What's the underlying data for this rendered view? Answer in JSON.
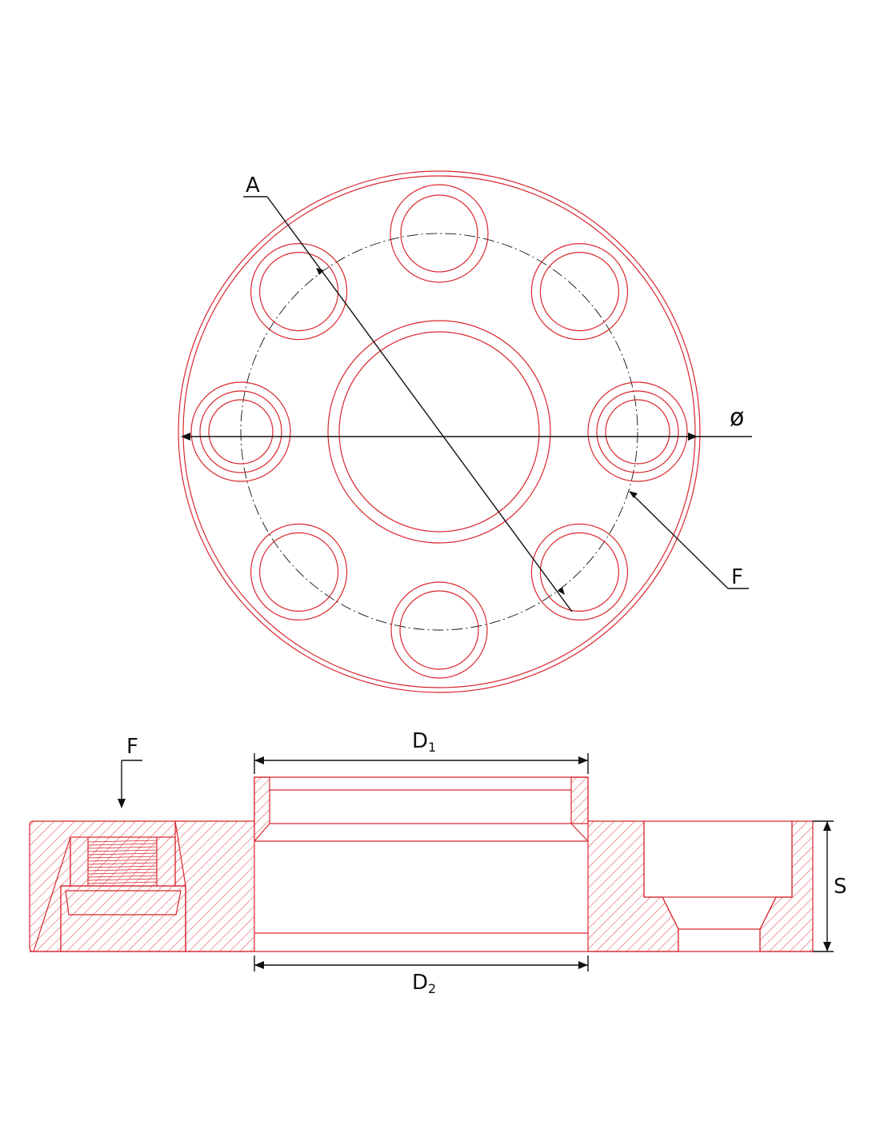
{
  "colors": {
    "outline": "#d9262e",
    "dimension": "#111111",
    "background": "#ffffff"
  },
  "labels": {
    "a": "A",
    "diameter": "ø",
    "f_top": "F",
    "f_section": "F",
    "d1_main": "D",
    "d1_sub": "1",
    "d2_main": "D",
    "d2_sub": "2",
    "s": "S"
  }
}
